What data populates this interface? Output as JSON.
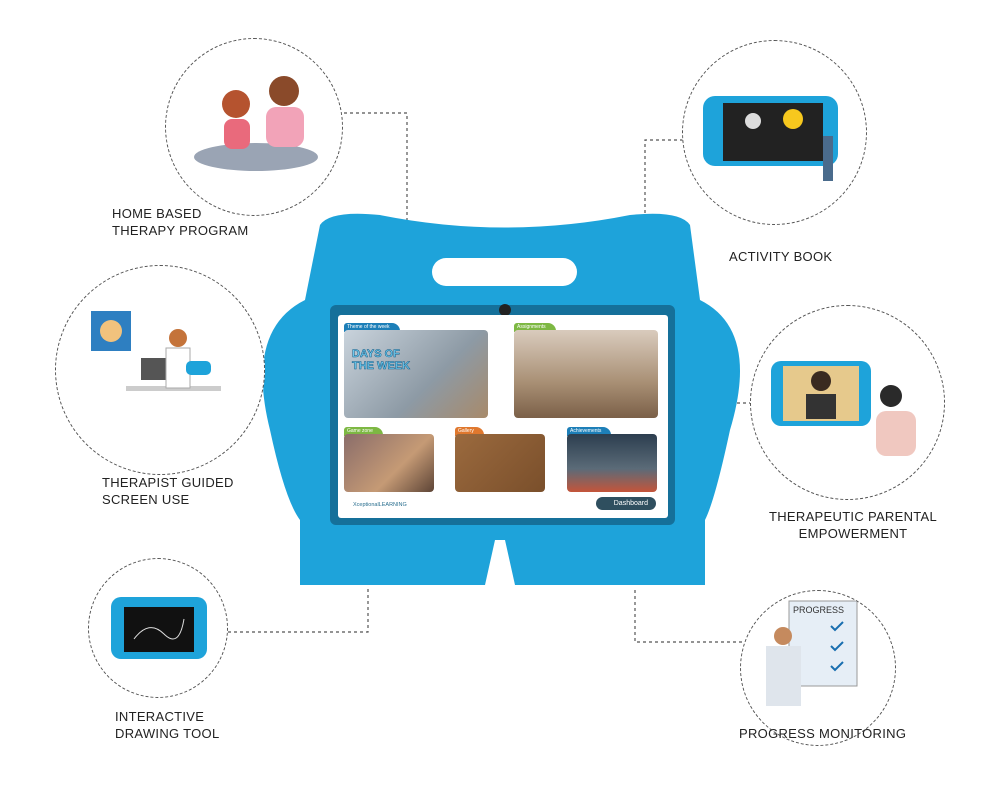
{
  "features": [
    {
      "label_lines": [
        "HOME BASED",
        "THERAPY PROGRAM"
      ]
    },
    {
      "label_lines": [
        "THERAPIST GUIDED",
        "SCREEN USE"
      ]
    },
    {
      "label_lines": [
        "INTERACTIVE",
        "DRAWING TOOL"
      ]
    },
    {
      "label_lines": [
        "ACTIVITY BOOK"
      ]
    },
    {
      "label_lines": [
        "THERAPEUTIC PARENTAL",
        "EMPOWERMENT"
      ]
    },
    {
      "label_lines": [
        "PROGRESS MONITORING"
      ]
    }
  ],
  "screen": {
    "cards": [
      "Theme of the week",
      "Assignments",
      "Game zone",
      "Gallery",
      "Achievements"
    ],
    "hero_text": "DAYS OF THE WEEK",
    "logo": "XceptionalLEARNING",
    "dashboard": "Dashboard"
  },
  "progress_clipboard": "PROGRESS",
  "colors": {
    "tablet": "#1ea3da",
    "blue_tab": "#1d7fb8",
    "green_tab": "#7db843",
    "orange_tab": "#e0782e"
  }
}
